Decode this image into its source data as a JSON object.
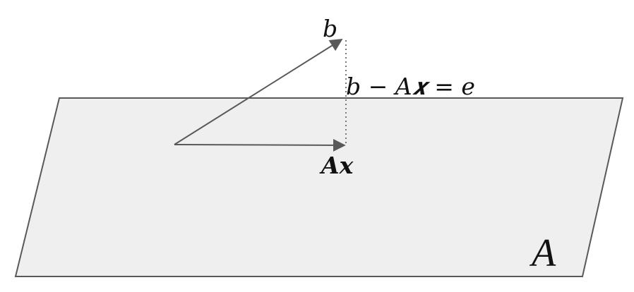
{
  "labels": {
    "b": "b",
    "equation": "b − A𝒙 = e",
    "ax": "A𝒙",
    "plane": "A"
  },
  "colors": {
    "plane_fill": "#efefef",
    "plane_stroke": "#595959",
    "vector": "#595959",
    "dotted": "#7a7a7a",
    "text": "#111111"
  }
}
